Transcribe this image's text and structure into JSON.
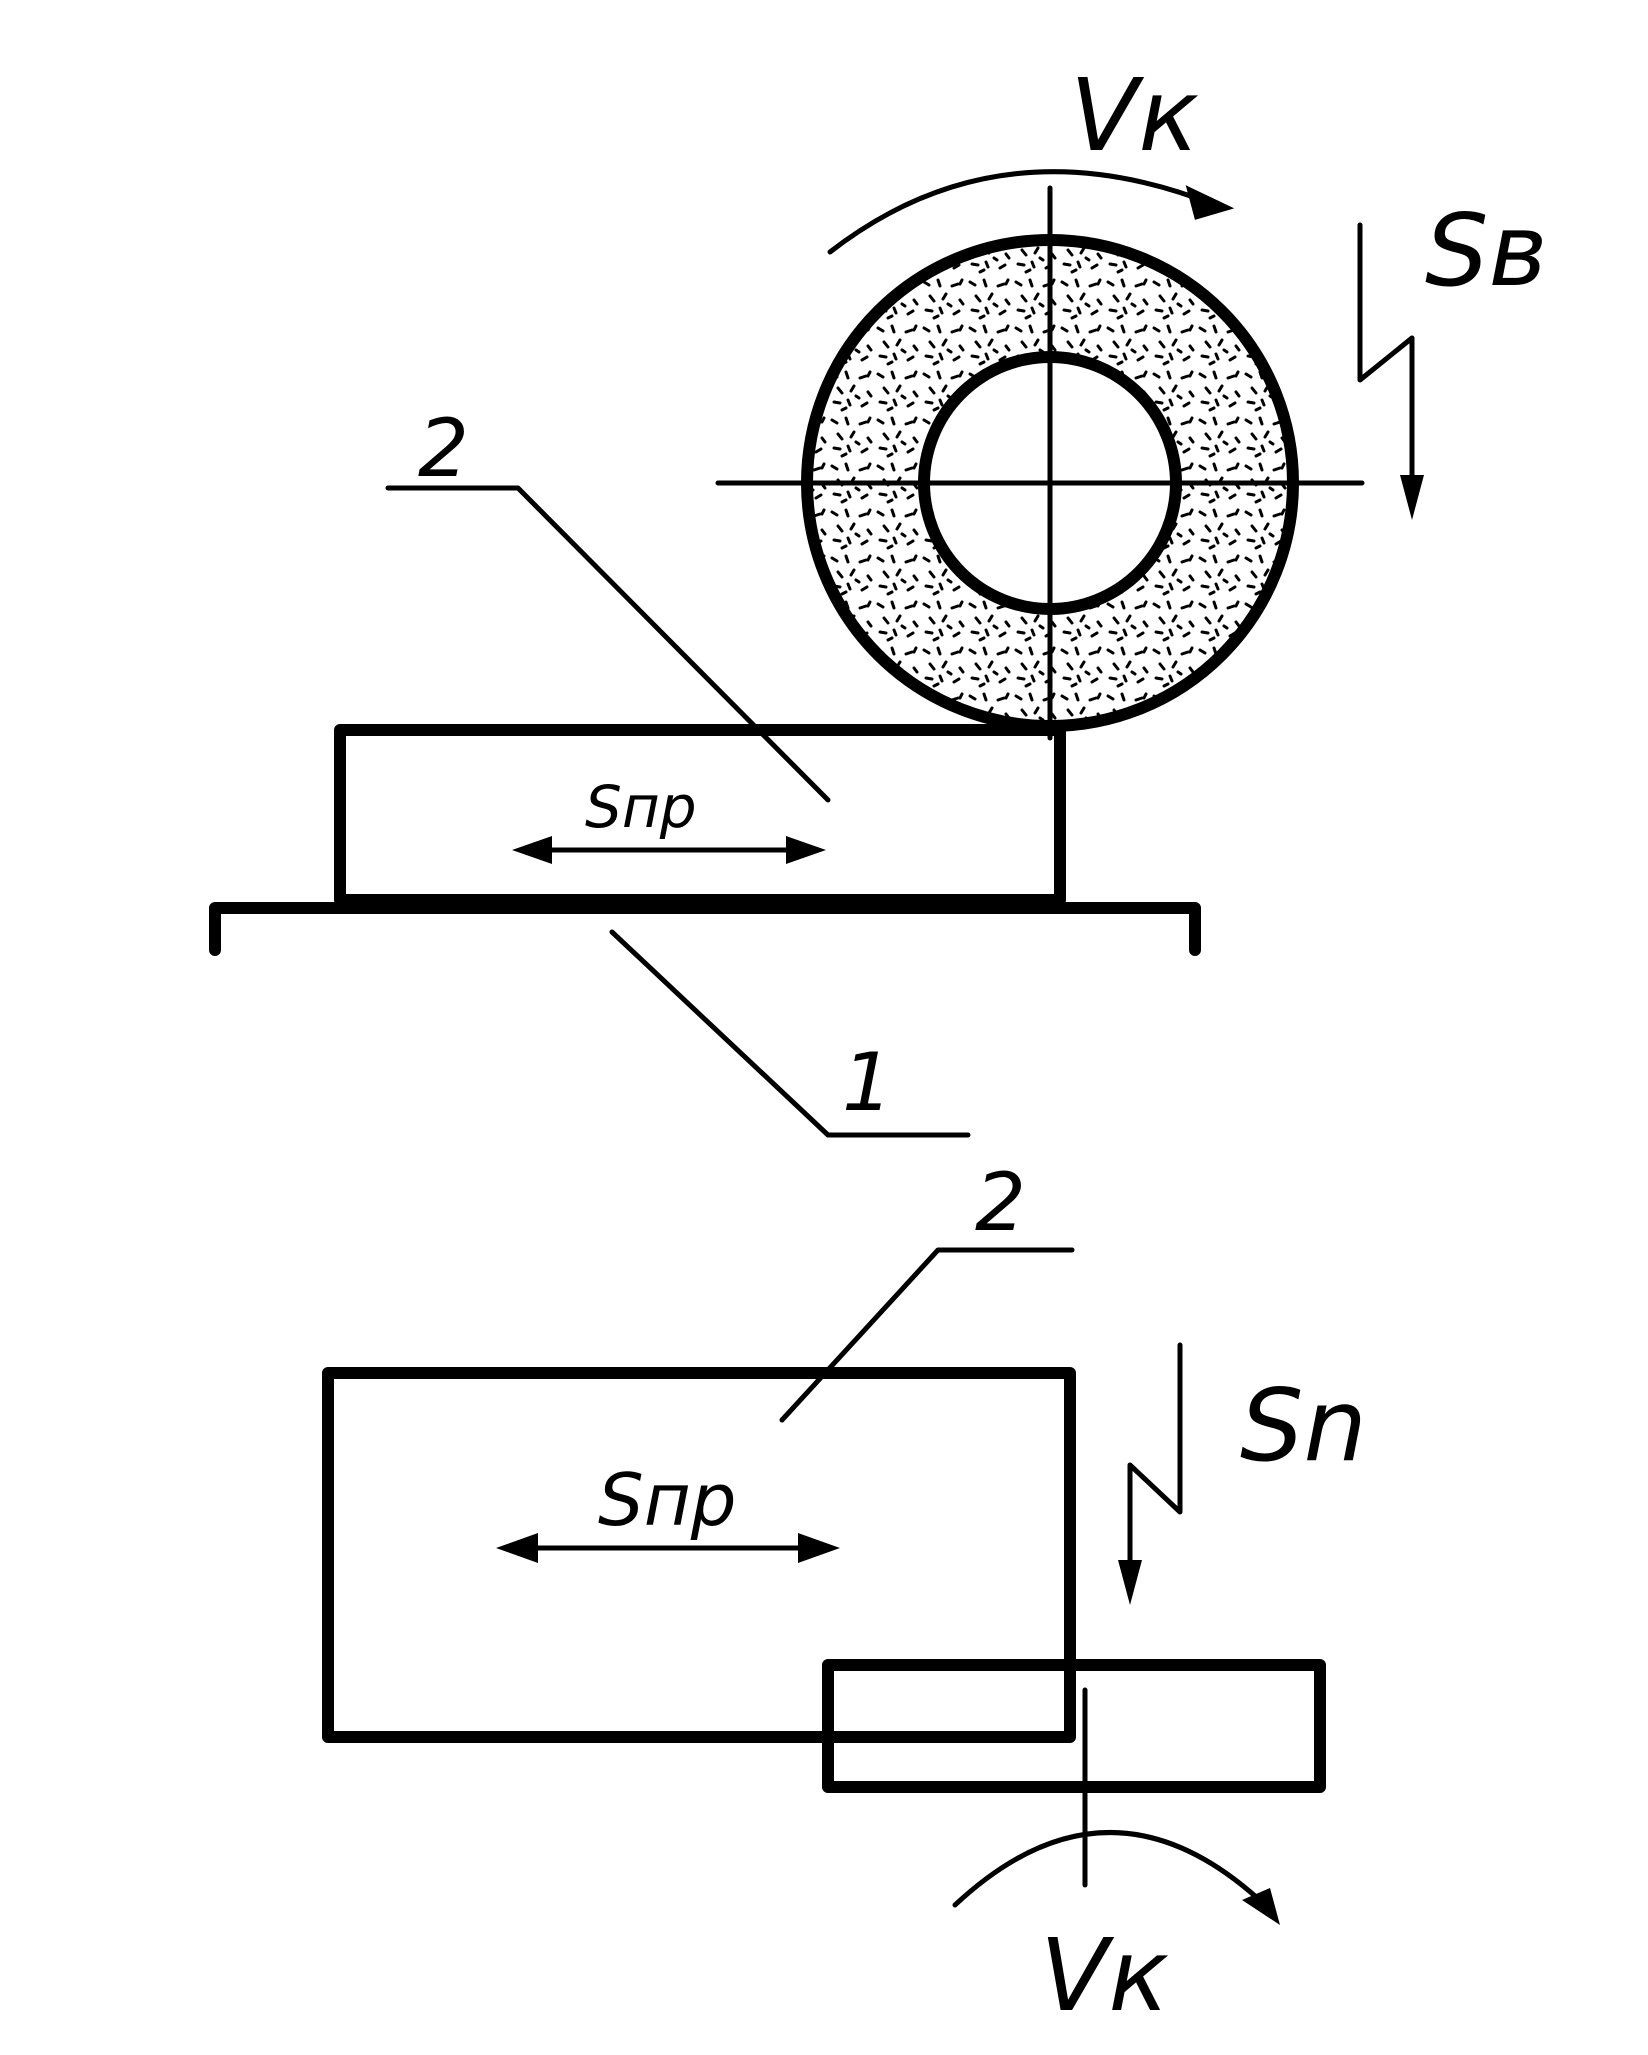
{
  "diagram": {
    "top_view": {
      "label_wheel_speed": "Vк",
      "label_vertical_feed": "Sв",
      "label_longitudinal_feed": "Sпр",
      "label_part": "2",
      "label_table": "1"
    },
    "bottom_view": {
      "label_part": "2",
      "label_longitudinal_feed": "Sпр",
      "label_cross_feed": "Sn",
      "label_wheel_speed": "Vк"
    }
  }
}
